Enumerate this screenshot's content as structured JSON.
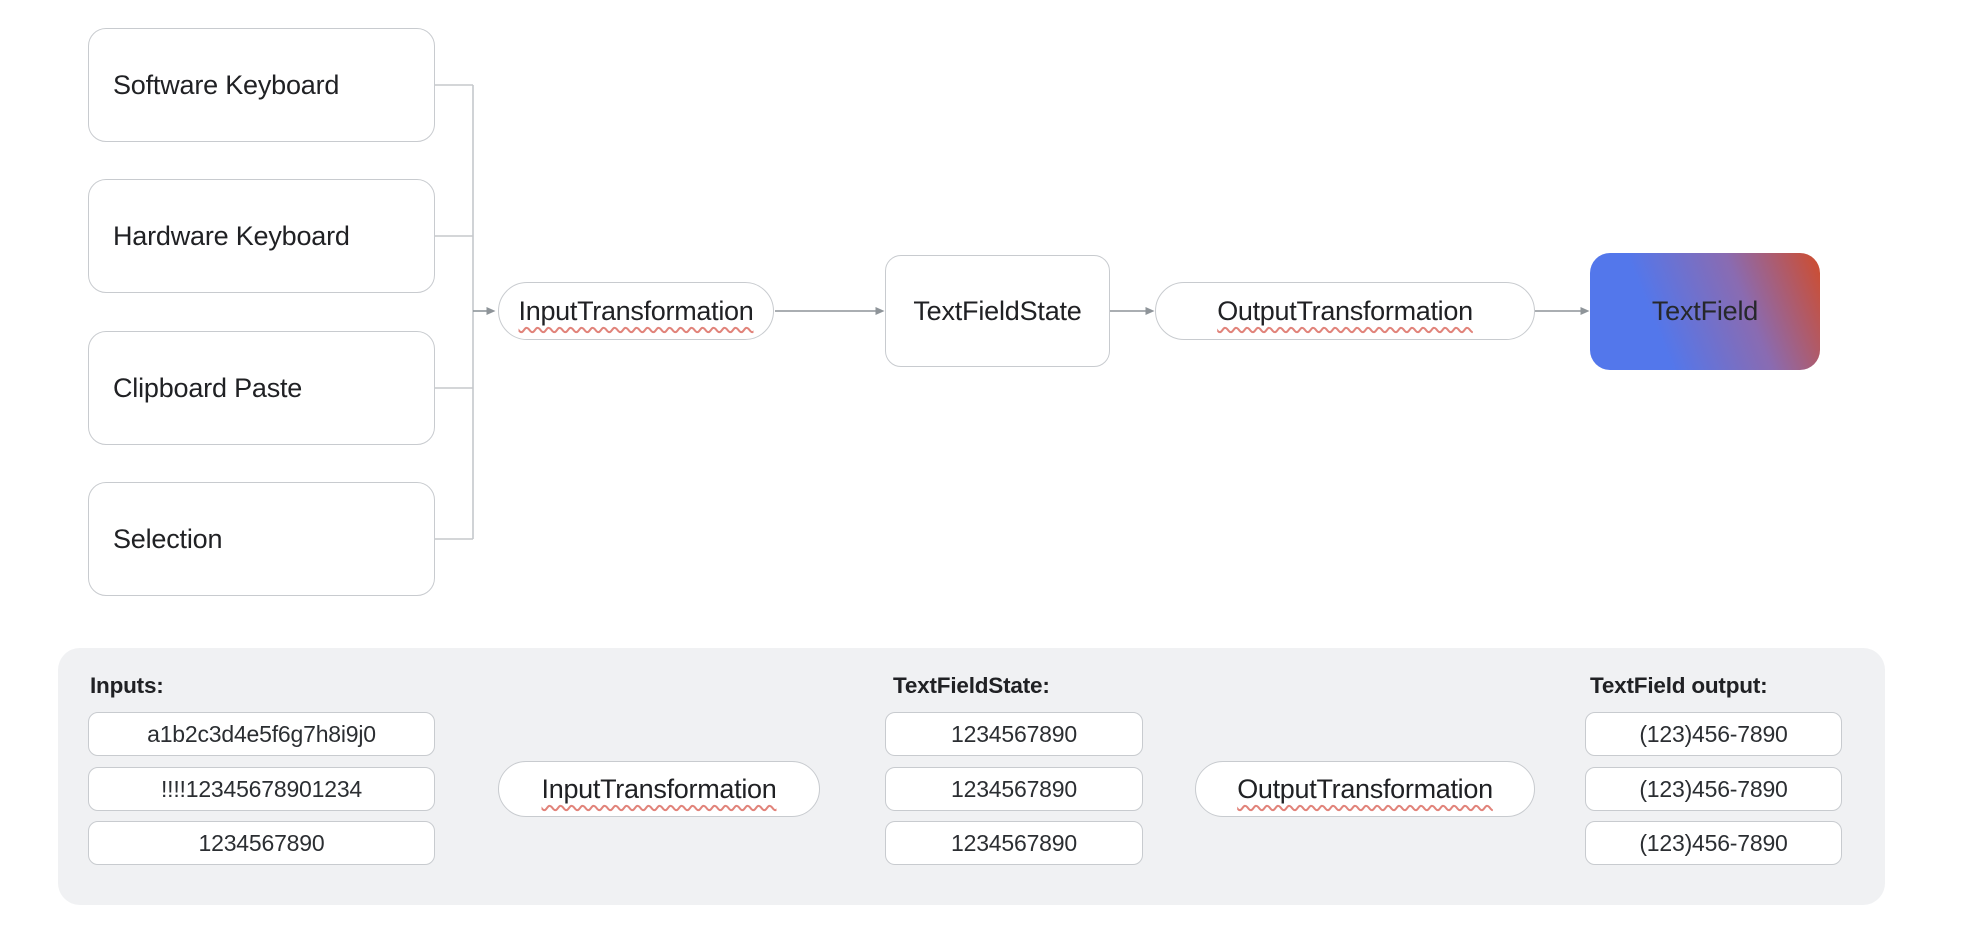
{
  "top_diagram": {
    "sources": [
      {
        "label": "Software Keyboard"
      },
      {
        "label": "Hardware Keyboard"
      },
      {
        "label": "Clipboard Paste"
      },
      {
        "label": "Selection"
      }
    ],
    "pipeline": {
      "input_transformation": "InputTransformation",
      "text_field_state": "TextFieldState",
      "output_transformation": "OutputTransformation",
      "text_field": "TextField"
    }
  },
  "bottom_panel": {
    "inputs_label": "Inputs:",
    "inputs": [
      "a1b2c3d4e5f6g7h8i9j0",
      "!!!!12345678901234",
      "1234567890"
    ],
    "input_transformation": "InputTransformation",
    "state_label": "TextFieldState:",
    "state_values": [
      "1234567890",
      "1234567890",
      "1234567890"
    ],
    "output_transformation": "OutputTransformation",
    "output_label": "TextField output:",
    "output_values": [
      "(123)456-7890",
      "(123)456-7890",
      "(123)456-7890"
    ]
  },
  "colors": {
    "text": "#202124",
    "border": "#C8CBCF",
    "line_light": "#C5C8CC",
    "line_dark": "#8E9499",
    "panel_bg": "#F0F1F3",
    "underline_red": "#E1837A",
    "gradient_blue": "#5377EB",
    "gradient_purple": "#8A6BB1",
    "gradient_red": "#C94F38"
  }
}
